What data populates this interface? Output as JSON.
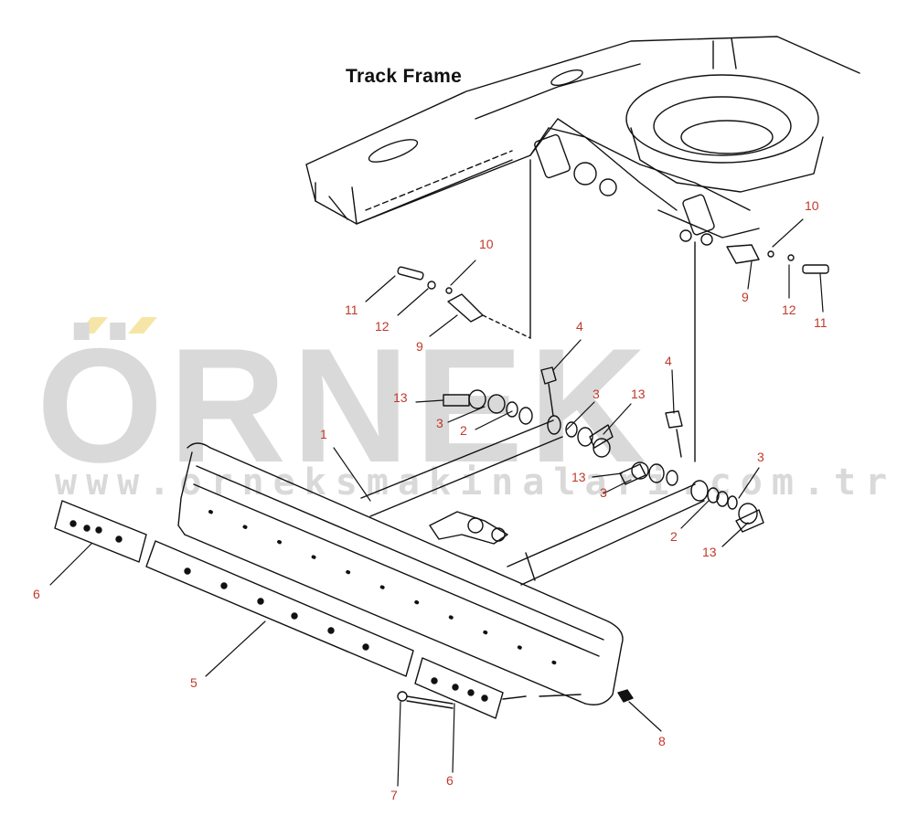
{
  "diagram": {
    "title": "Track Frame",
    "watermark_text": "ÖRNEK",
    "watermark_url": "www.orneksmakinalari.com.tr",
    "callouts": [
      {
        "id": "c10a",
        "label": "10"
      },
      {
        "id": "c11a",
        "label": "11"
      },
      {
        "id": "c12a",
        "label": "12"
      },
      {
        "id": "c9a",
        "label": "9"
      },
      {
        "id": "c10b",
        "label": "10"
      },
      {
        "id": "c9b",
        "label": "9"
      },
      {
        "id": "c12b",
        "label": "12"
      },
      {
        "id": "c11b",
        "label": "11"
      },
      {
        "id": "c4a",
        "label": "4"
      },
      {
        "id": "c13a",
        "label": "13"
      },
      {
        "id": "c3a",
        "label": "3"
      },
      {
        "id": "c2a",
        "label": "2"
      },
      {
        "id": "c3b",
        "label": "3"
      },
      {
        "id": "c13b",
        "label": "13"
      },
      {
        "id": "c3c",
        "label": "3"
      },
      {
        "id": "c4b",
        "label": "4"
      },
      {
        "id": "c1",
        "label": "1"
      },
      {
        "id": "c13c",
        "label": "13"
      },
      {
        "id": "c3d",
        "label": "3"
      },
      {
        "id": "c2b",
        "label": "2"
      },
      {
        "id": "c13d",
        "label": "13"
      },
      {
        "id": "c6a",
        "label": "6"
      },
      {
        "id": "c5",
        "label": "5"
      },
      {
        "id": "c8",
        "label": "8"
      },
      {
        "id": "c7",
        "label": "7"
      },
      {
        "id": "c6b",
        "label": "6"
      }
    ],
    "colors": {
      "line": "#111111",
      "callout": "#c0392b",
      "watermark": "#d9d9d9",
      "accent": "#f5e6a8"
    }
  }
}
